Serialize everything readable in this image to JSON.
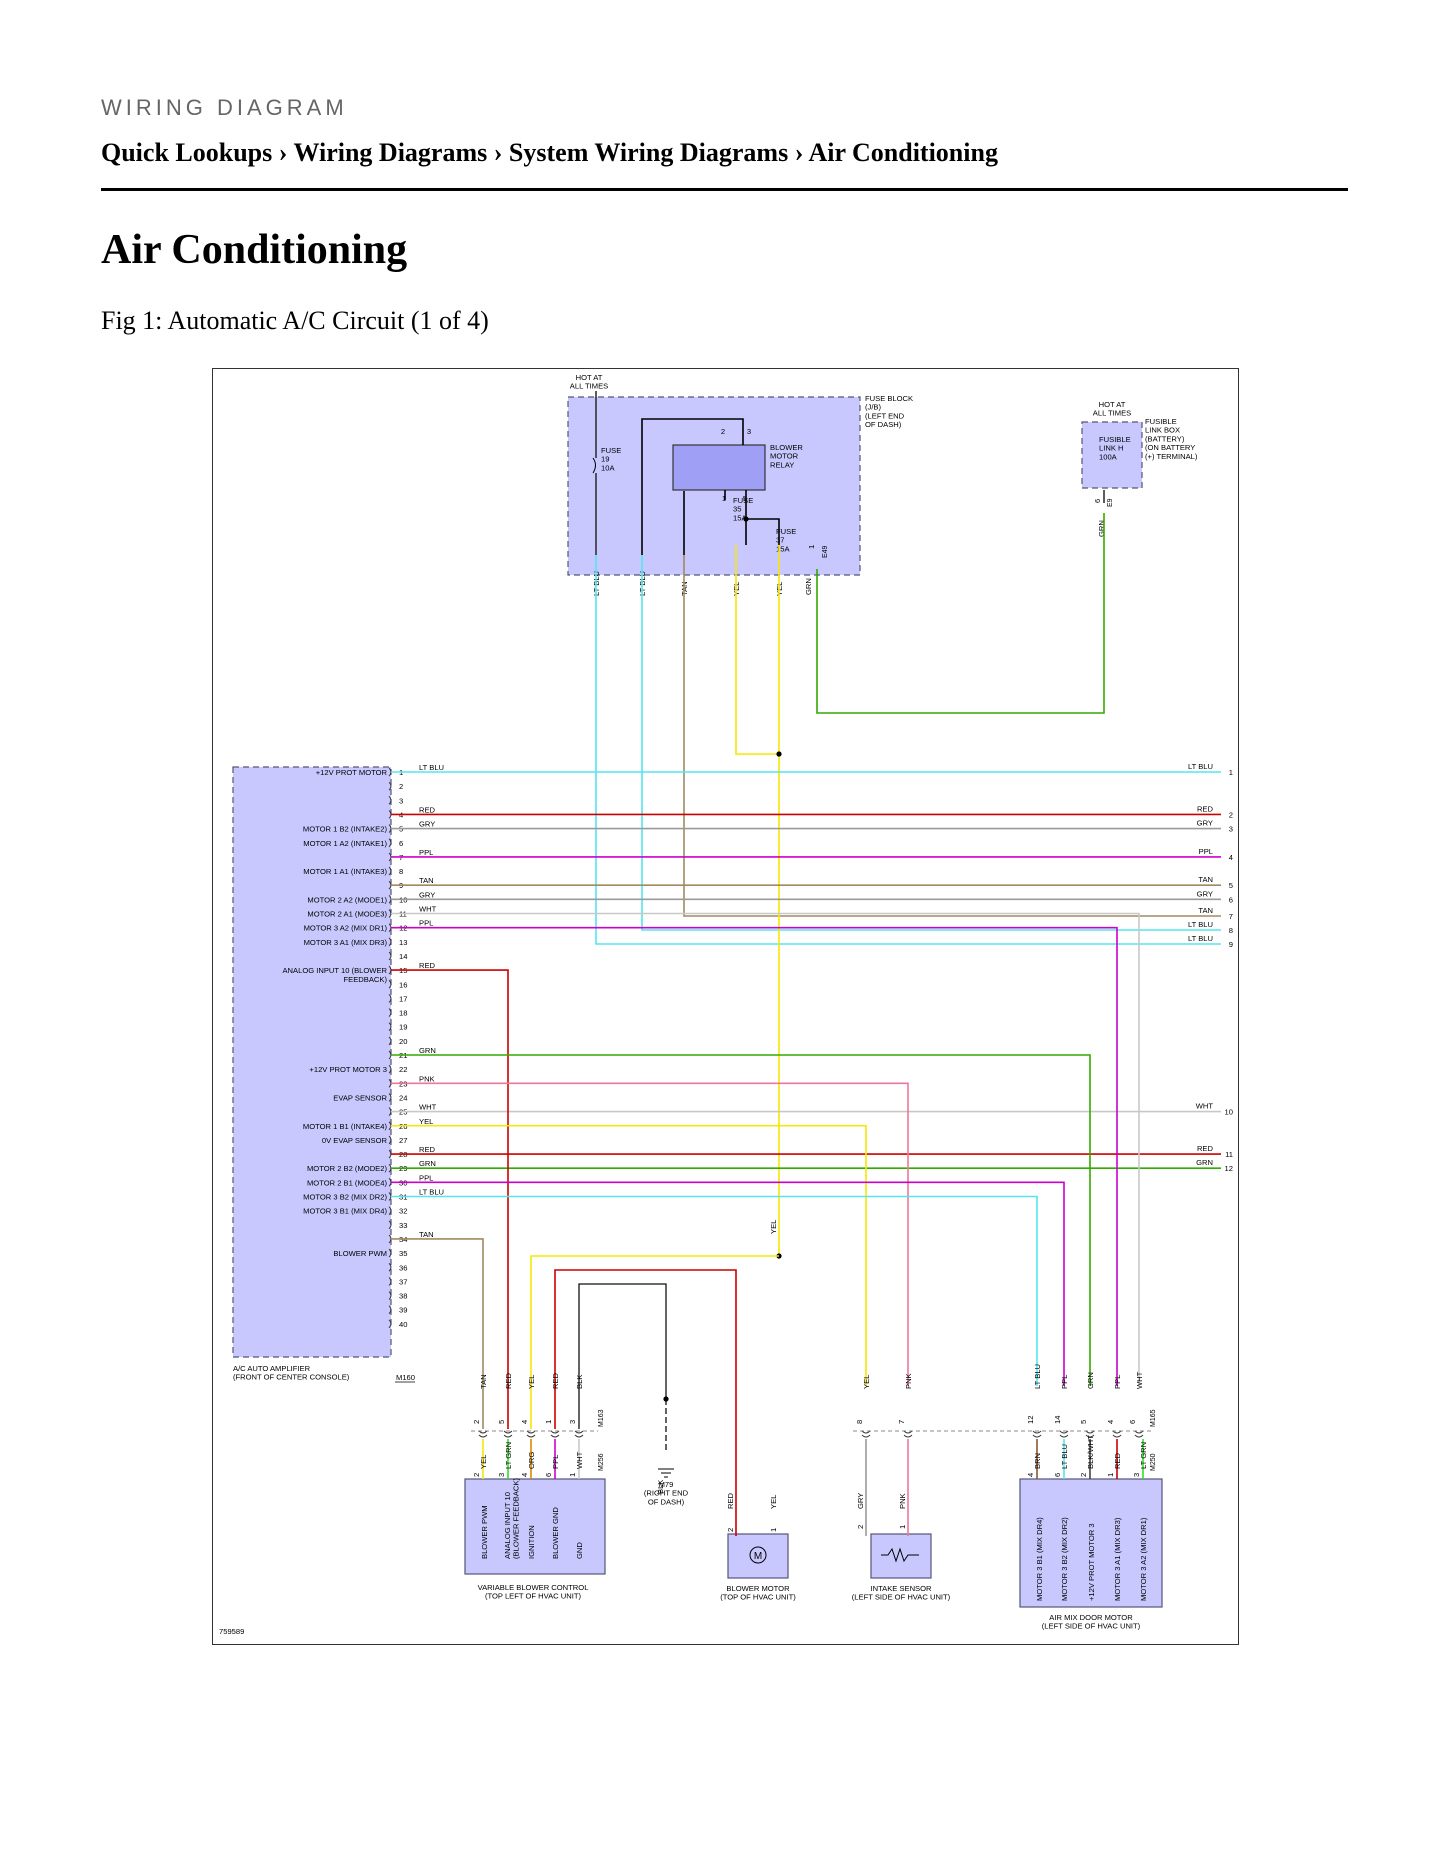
{
  "header": {
    "eyebrow": "WIRING DIAGRAM",
    "breadcrumb": [
      "Quick Lookups",
      "Wiring Diagrams",
      "System Wiring Diagrams",
      "Air Conditioning"
    ],
    "separator": "›"
  },
  "page_title": "Air Conditioning",
  "figure_caption": "Fig 1: Automatic A/C Circuit (1 of 4)",
  "colors": {
    "module_fill": "#c8c8ff",
    "module_stroke": "#555577",
    "LT BLU": "#55e5ee",
    "RED": "#cc0000",
    "GRY": "#9a9a9a",
    "PPL": "#cc00cc",
    "TAN": "#a08a60",
    "WHT": "#c8c8c8",
    "GRN": "#33aa00",
    "PNK": "#ee7799",
    "YEL": "#f5e800",
    "BLK": "#111111",
    "BRN": "#8b5a2b",
    "ORG": "#dd8800",
    "LT GRN": "#33dd33",
    "BLK/WHT": "#444444"
  },
  "diagram": {
    "id": "759589",
    "hot_at_all_times": "HOT AT\nALL TIMES",
    "fuse_block": {
      "label": "FUSE BLOCK\n(J/B)\n(LEFT END\nOF DASH)",
      "connector": "E49"
    },
    "fuse19": "FUSE\n19\n10A",
    "fuse35": "FUSE\n35\n15A",
    "fuse37": "FUSE\n37\n15A",
    "relay": {
      "label": "BLOWER\nMOTOR\nRELAY",
      "pins": [
        "2",
        "3",
        "1",
        "5"
      ]
    },
    "fusible_link_box": {
      "label": "FUSIBLE\nLINK BOX\n(BATTERY)\n(ON BATTERY\n(+) TERMINAL)",
      "link": "FUSIBLE\nLINK H\n100A",
      "connector": "E9",
      "pin": "6"
    },
    "amplifier": {
      "label": "A/C AUTO AMPLIFIER\n(FRONT OF CENTER CONSOLE)",
      "connector": "M160",
      "pin_labels": [
        {
          "pin": 1,
          "text": "+12V PROT MOTOR"
        },
        {
          "pin": 5,
          "text": "MOTOR 1 B2 (INTAKE2)"
        },
        {
          "pin": 6,
          "text": "MOTOR 1 A2 (INTAKE1)"
        },
        {
          "pin": 8,
          "text": "MOTOR 1 A1 (INTAKE3)"
        },
        {
          "pin": 10,
          "text": "MOTOR 2 A2 (MODE1)"
        },
        {
          "pin": 11,
          "text": "MOTOR 2 A1 (MODE3)"
        },
        {
          "pin": 12,
          "text": "MOTOR 3 A2 (MIX DR1)"
        },
        {
          "pin": 13,
          "text": "MOTOR 3 A1 (MIX DR3)"
        },
        {
          "pin": 15,
          "text": "ANALOG INPUT 10 (BLOWER\nFEEDBACK)"
        },
        {
          "pin": 22,
          "text": "+12V PROT MOTOR 3"
        },
        {
          "pin": 24,
          "text": "EVAP SENSOR"
        },
        {
          "pin": 26,
          "text": "MOTOR 1 B1 (INTAKE4)"
        },
        {
          "pin": 27,
          "text": "0V EVAP SENSOR"
        },
        {
          "pin": 29,
          "text": "MOTOR 2 B2 (MODE2)"
        },
        {
          "pin": 30,
          "text": "MOTOR 2 B1 (MODE4)"
        },
        {
          "pin": 31,
          "text": "MOTOR 3 B2 (MIX DR2)"
        },
        {
          "pin": 32,
          "text": "MOTOR 3 B1 (MIX DR4)"
        },
        {
          "pin": 35,
          "text": "BLOWER PWM"
        }
      ]
    },
    "amp_wires": [
      {
        "pin": 1,
        "color": "LT BLU",
        "label": "LT BLU",
        "right": "LT BLU",
        "num": "1"
      },
      {
        "pin": 4,
        "color": "RED",
        "label": "RED",
        "right": "RED",
        "num": "2"
      },
      {
        "pin": 5,
        "color": "GRY",
        "label": "GRY",
        "right": "GRY",
        "num": "3"
      },
      {
        "pin": 7,
        "color": "PPL",
        "label": "PPL",
        "right": "PPL",
        "num": "4"
      },
      {
        "pin": 9,
        "color": "TAN",
        "label": "TAN",
        "right": "TAN",
        "num": "5"
      },
      {
        "pin": 10,
        "color": "GRY",
        "label": "GRY",
        "right": "GRY",
        "num": "6"
      },
      {
        "pin": 11,
        "color": "WHT",
        "label": "WHT"
      },
      {
        "pin": 12,
        "color": "PPL",
        "label": "PPL"
      },
      {
        "pin": 15,
        "color": "RED",
        "label": "RED"
      },
      {
        "pin": 21,
        "color": "GRN",
        "label": "GRN"
      },
      {
        "pin": 23,
        "color": "PNK",
        "label": "PNK"
      },
      {
        "pin": 25,
        "color": "WHT",
        "label": "WHT",
        "right": "WHT",
        "num": "10"
      },
      {
        "pin": 26,
        "color": "YEL",
        "label": "YEL"
      },
      {
        "pin": 28,
        "color": "RED",
        "label": "RED",
        "right": "RED",
        "num": "11"
      },
      {
        "pin": 29,
        "color": "GRN",
        "label": "GRN",
        "right": "GRN",
        "num": "12"
      },
      {
        "pin": 30,
        "color": "PPL",
        "label": "PPL"
      },
      {
        "pin": 31,
        "color": "LT BLU",
        "label": "LT BLU"
      },
      {
        "pin": 34,
        "color": "TAN",
        "label": "TAN"
      }
    ],
    "right_extra": [
      {
        "color": "TAN",
        "label": "TAN",
        "num": "7"
      },
      {
        "color": "LT BLU",
        "label": "LT BLU",
        "num": "8"
      },
      {
        "color": "LT BLU",
        "label": "LT BLU",
        "num": "9"
      }
    ],
    "top_wire_labels": [
      "LT BLU",
      "LT BLU",
      "TAN",
      "YEL",
      "YEL",
      "GRN",
      "GRN"
    ],
    "splice_yel": "YEL",
    "connector_m163": "M163",
    "connector_m256": "M256",
    "connector_m165": "M165",
    "connector_m250": "M250",
    "upper_labels_left": [
      "TAN",
      "RED",
      "YEL",
      "RED",
      "BLK"
    ],
    "upper_pins_left": [
      "2",
      "5",
      "4",
      "1",
      "3"
    ],
    "lower_labels_left": [
      "YEL",
      "LT GRN",
      "ORG",
      "PPL",
      "WHT"
    ],
    "lower_pins_left": [
      "2",
      "3",
      "4",
      "6",
      "1"
    ],
    "upper_labels_right": [
      "YEL",
      "PNK",
      "LT BLU",
      "PPL",
      "GRN",
      "PPL",
      "WHT"
    ],
    "upper_pins_right": [
      "8",
      "7",
      "12",
      "14",
      "5",
      "4",
      "6"
    ],
    "lower_labels_right": [
      "BRN",
      "LT BLU",
      "BLK/WHT",
      "RED",
      "LT GRN"
    ],
    "lower_pins_right": [
      "4",
      "6",
      "2",
      "1",
      "3"
    ],
    "ground": {
      "wire": "BLK",
      "label": "M79\n(RIGHT END\nOF DASH)"
    },
    "variable_blower": {
      "label": "VARIABLE BLOWER CONTROL\n(TOP LEFT OF HVAC UNIT)",
      "pins": [
        "BLOWER PWM",
        "ANALOG INPUT 10\n(BLOWER FEEDBACK)",
        "IGNITION",
        "BLOWER GND",
        "GND"
      ]
    },
    "blower_motor": {
      "label": "BLOWER MOTOR\n(TOP OF HVAC UNIT)",
      "wires": [
        "RED",
        "YEL"
      ],
      "pins": [
        "2",
        "1"
      ]
    },
    "intake_sensor": {
      "label": "INTAKE SENSOR\n(LEFT SIDE OF HVAC UNIT)",
      "wires": [
        "GRY",
        "PNK"
      ],
      "pins": [
        "2",
        "1"
      ]
    },
    "air_mix_motor": {
      "label": "AIR MIX DOOR MOTOR\n(LEFT SIDE OF HVAC UNIT)",
      "pins": [
        "MOTOR 3 B1 (MIX DR4)",
        "MOTOR 3 B2 (MIX DR2)",
        "+12V PROT MOTOR 3",
        "MOTOR 3 A1 (MIX DR3)",
        "MOTOR 3 A2 (MIX DR1)"
      ]
    }
  }
}
